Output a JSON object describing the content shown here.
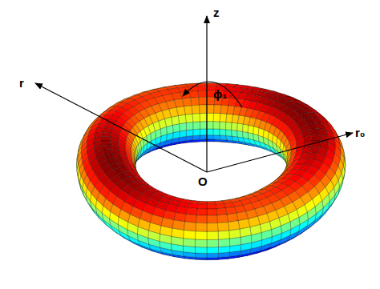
{
  "diagram": {
    "labels": [
      "z",
      "r",
      "r₀",
      "ϕ₁",
      "O"
    ]
  }
}
